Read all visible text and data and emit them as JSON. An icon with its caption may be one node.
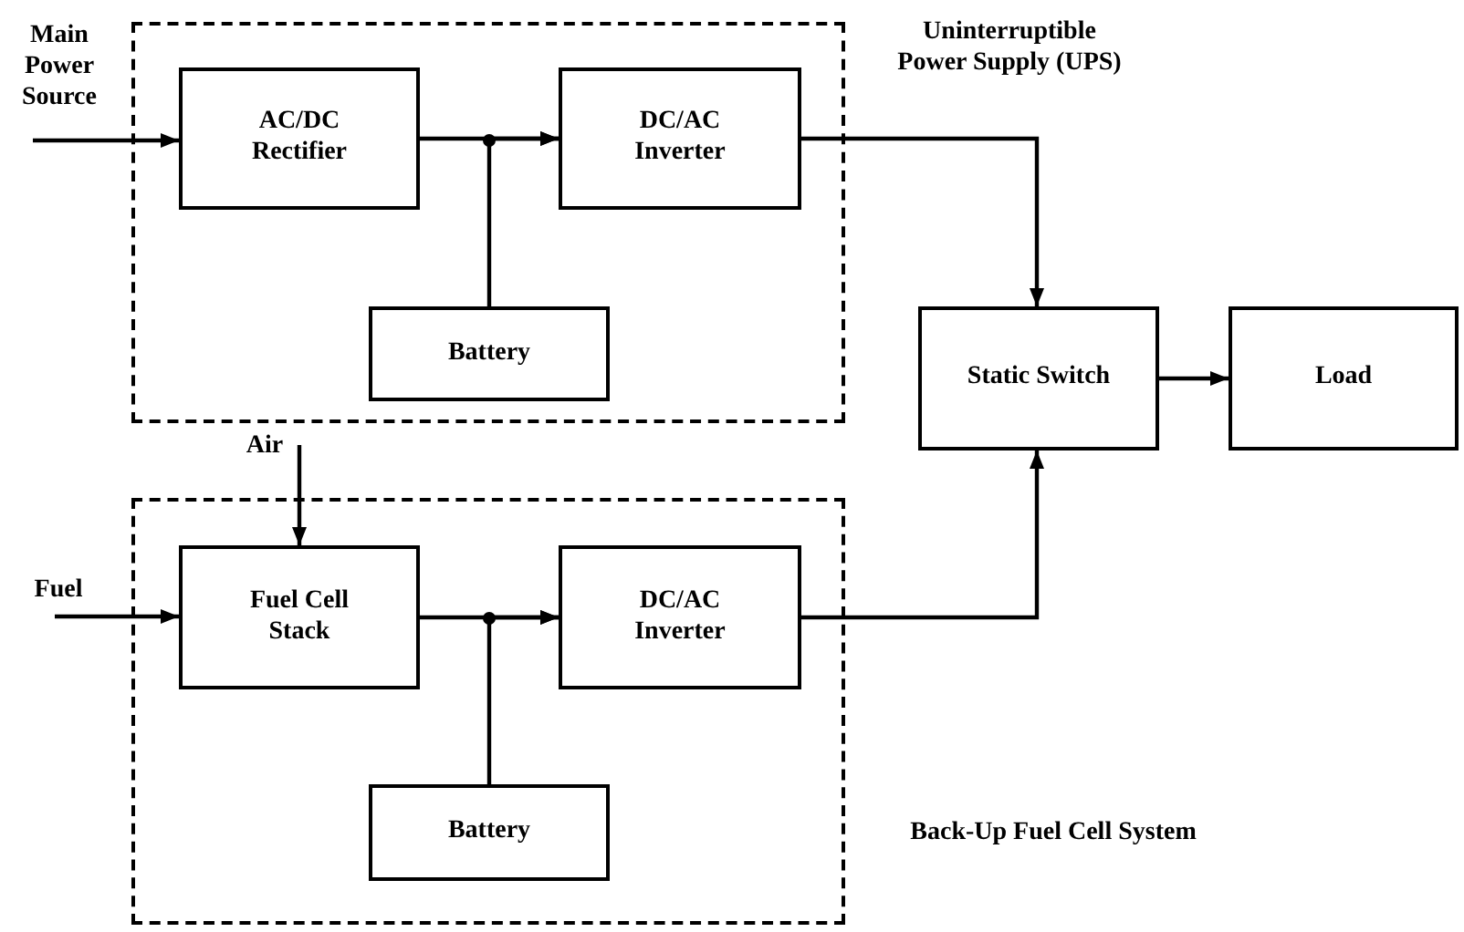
{
  "diagram": {
    "nodes": [
      {
        "text": [
          "Uninterruptible Power Supply (UPS)"
        ]
      },
      {
        "text": [
          "AC/DC Rectifier"
        ],
        "in": 0
      },
      {
        "text": [
          "DC/AC Inverter"
        ],
        "in": 0
      },
      {
        "text": [
          "Battery"
        ],
        "in": 0
      },
      {
        "text": [
          "Back-Up Fuel Cell System"
        ]
      },
      {
        "text": [
          "Fuel Cell Stack"
        ],
        "in": 4
      },
      {
        "text": [
          "DC/AC Inverter"
        ],
        "in": 4
      },
      {
        "text": [
          "Battery"
        ],
        "in": 4
      },
      {
        "text": [
          "Static Switch"
        ]
      },
      {
        "text": [
          "Load"
        ]
      },
      {
        "text": [
          "Main Power Source"
        ]
      },
      {
        "text": [
          "Air"
        ]
      },
      {
        "text": [
          "Fuel"
        ]
      }
    ],
    "edges": [
      {
        "from": 10,
        "to": 1,
        "arrow": "to"
      },
      {
        "from": 1,
        "to": 2,
        "arrow": "to"
      },
      {
        "from": 3,
        "to": 2,
        "arrow": "to"
      },
      {
        "from": 2,
        "to": 8,
        "arrow": "to"
      },
      {
        "from": 11,
        "to": 5,
        "arrow": "to"
      },
      {
        "from": 12,
        "to": 5,
        "arrow": "to"
      },
      {
        "from": 5,
        "to": 6,
        "arrow": "to"
      },
      {
        "from": 7,
        "to": 6,
        "arrow": "to"
      },
      {
        "from": 6,
        "to": 8,
        "arrow": "to"
      },
      {
        "from": 8,
        "to": 9,
        "arrow": "to"
      }
    ]
  }
}
